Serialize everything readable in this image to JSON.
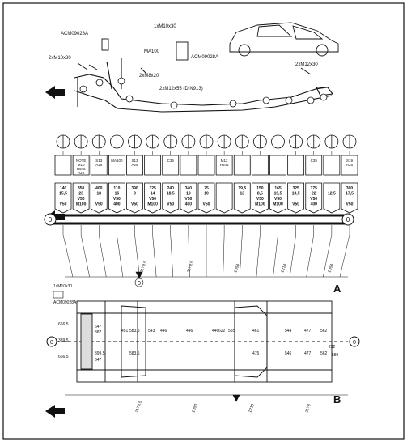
{
  "callouts": {
    "acm_top": "ACM09028A",
    "m10x30_top": "1xM10x30",
    "ma100": "MA100",
    "acm_right": "ACM09028A",
    "m10x30_left": "2xM10x30",
    "m8x20": "2xM8x20",
    "m12x55": "2xM12x55 (DIN913)",
    "m12x30_right": "2xM12x30",
    "m10x30_small": "1xM10x30",
    "acm_small": "ACM09028A"
  },
  "panel_labels": {
    "A": "A",
    "B": "B"
  },
  "zero_marks": [
    "0",
    "0",
    "0",
    "0",
    "0"
  ],
  "stations": [
    {
      "top": "",
      "bottom": [
        "140",
        "15,5",
        "",
        "V50"
      ]
    },
    {
      "top": "NOTE\nM10\nH545\nA25",
      "bottom": [
        "350",
        "23",
        "V50",
        "M100"
      ]
    },
    {
      "top": "S13\nA25",
      "bottom": [
        "400",
        "18",
        "",
        "V50"
      ]
    },
    {
      "top": "MA100",
      "bottom": [
        "110",
        "16",
        "V50",
        "400"
      ]
    },
    {
      "top": "S13\nA25",
      "bottom": [
        "390",
        "9",
        "",
        "V50"
      ]
    },
    {
      "top": "",
      "bottom": [
        "325",
        "14",
        "V50",
        "M100"
      ]
    },
    {
      "top": "C35",
      "bottom": [
        "240",
        "18,5",
        "",
        "V50"
      ]
    },
    {
      "top": "",
      "bottom": [
        "340",
        "19",
        "V50",
        "400"
      ]
    },
    {
      "top": "",
      "bottom": [
        "75",
        "10",
        "",
        "V50"
      ]
    },
    {
      "top": "M12\nH545",
      "bottom": [
        "",
        "",
        "",
        ""
      ]
    },
    {
      "top": "",
      "bottom": [
        "19,5",
        "13",
        "",
        ""
      ]
    },
    {
      "top": "",
      "bottom": [
        "150",
        "8,5",
        "V50",
        "M100"
      ]
    },
    {
      "top": "",
      "bottom": [
        "165",
        "19,5",
        "V50",
        "M100"
      ]
    },
    {
      "top": "",
      "bottom": [
        "325",
        "13,5",
        "",
        "V50"
      ]
    },
    {
      "top": "C35",
      "bottom": [
        "175",
        "22",
        "V50",
        "400"
      ]
    },
    {
      "top": "",
      "bottom": [
        "",
        "12,5",
        "",
        ""
      ]
    },
    {
      "top": "S19\nA25",
      "bottom": [
        "300",
        "17,5",
        "",
        "V50"
      ]
    }
  ],
  "plan_dims": {
    "left": [
      "666,5",
      "339,5",
      "666,5"
    ],
    "inner": [
      "647",
      "387",
      "451",
      "583,5",
      "543",
      "446",
      "446",
      "446",
      "622",
      "555",
      "461",
      "544",
      "477",
      "562",
      "292",
      "580",
      "399,5",
      "583,5",
      "475",
      "546",
      "477",
      "562",
      "647"
    ]
  },
  "top_dims": [
    "1179,5",
    "1179,5",
    "1050",
    "1210",
    "1050"
  ],
  "bottom_dims": [
    "1179,5",
    "1050",
    "1210",
    "1178"
  ]
}
